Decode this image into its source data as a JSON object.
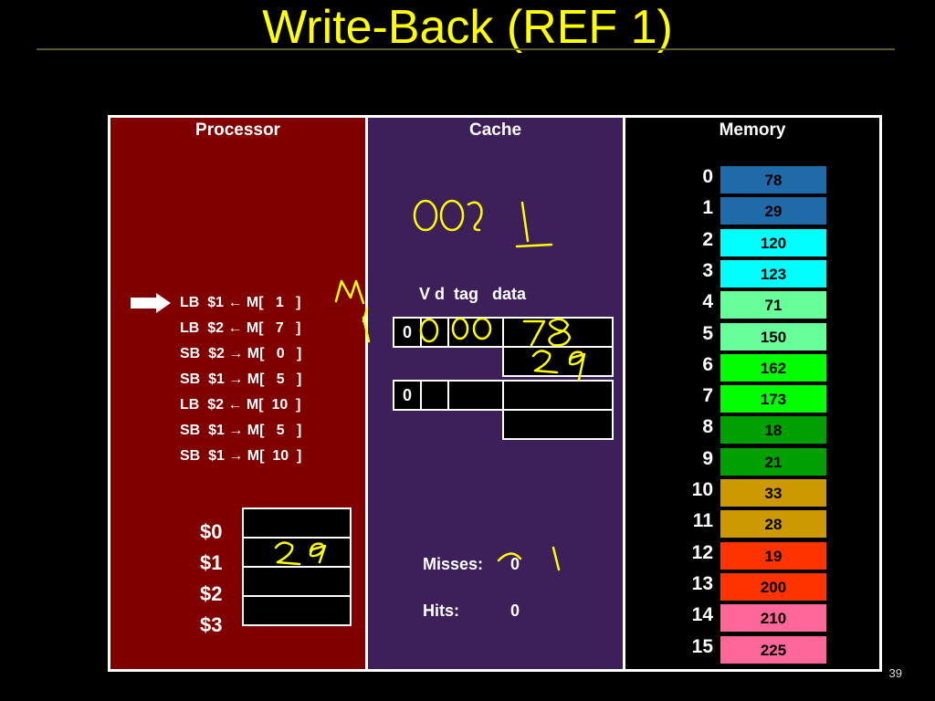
{
  "slide": {
    "title": "Write-Back (REF 1)",
    "page_number": "39"
  },
  "panels": {
    "processor": "Processor",
    "cache": "Cache",
    "memory": "Memory"
  },
  "processor": {
    "instructions": [
      "LB  $1 ← M[   1   ]",
      "LB  $2 ← M[   7   ]",
      "SB  $2 → M[   0   ]",
      "SB  $1 → M[   5   ]",
      "LB  $2 ← M[  10  ]",
      "SB  $1 → M[   5   ]",
      "SB  $1 → M[  10  ]"
    ],
    "registers": [
      "$0",
      "$1",
      "$2",
      "$3"
    ]
  },
  "cache": {
    "header": "V d  tag   data",
    "sets": [
      {
        "valid": "0",
        "dirty": "",
        "tag": "",
        "data": [
          "",
          ""
        ]
      },
      {
        "valid": "0",
        "dirty": "",
        "tag": "",
        "data": [
          "",
          ""
        ]
      }
    ],
    "stats": {
      "misses_label": "Misses:",
      "misses": "0",
      "hits_label": "Hits:",
      "hits": "0"
    }
  },
  "memory": {
    "rows": [
      {
        "addr": "0",
        "value": "78",
        "color": "#1f6aa8"
      },
      {
        "addr": "1",
        "value": "29",
        "color": "#1f6aa8"
      },
      {
        "addr": "2",
        "value": "120",
        "color": "#00ffff"
      },
      {
        "addr": "3",
        "value": "123",
        "color": "#00ffff"
      },
      {
        "addr": "4",
        "value": "71",
        "color": "#66ff99"
      },
      {
        "addr": "5",
        "value": "150",
        "color": "#66ff99"
      },
      {
        "addr": "6",
        "value": "162",
        "color": "#00ff00"
      },
      {
        "addr": "7",
        "value": "173",
        "color": "#00ff00"
      },
      {
        "addr": "8",
        "value": "18",
        "color": "#00a000"
      },
      {
        "addr": "9",
        "value": "21",
        "color": "#00a000"
      },
      {
        "addr": "10",
        "value": "33",
        "color": "#cc9900"
      },
      {
        "addr": "11",
        "value": "28",
        "color": "#cc9900"
      },
      {
        "addr": "12",
        "value": "19",
        "color": "#ff3300"
      },
      {
        "addr": "13",
        "value": "200",
        "color": "#ff3300"
      },
      {
        "addr": "14",
        "value": "210",
        "color": "#ff6699"
      },
      {
        "addr": "15",
        "value": "225",
        "color": "#ff6699"
      }
    ]
  },
  "annotations": {
    "color": "#ffff00",
    "items": [
      {
        "name": "handwritten-address-bits",
        "text": "000 1"
      },
      {
        "name": "handwritten-memory-ref",
        "text": "M, 1"
      },
      {
        "name": "handwritten-cache-tag",
        "text": "000"
      },
      {
        "name": "handwritten-cache-data-1",
        "text": "78"
      },
      {
        "name": "handwritten-cache-data-2",
        "text": "29"
      },
      {
        "name": "handwritten-register-value",
        "text": "29"
      },
      {
        "name": "handwritten-misses-count",
        "text": "1"
      }
    ]
  }
}
